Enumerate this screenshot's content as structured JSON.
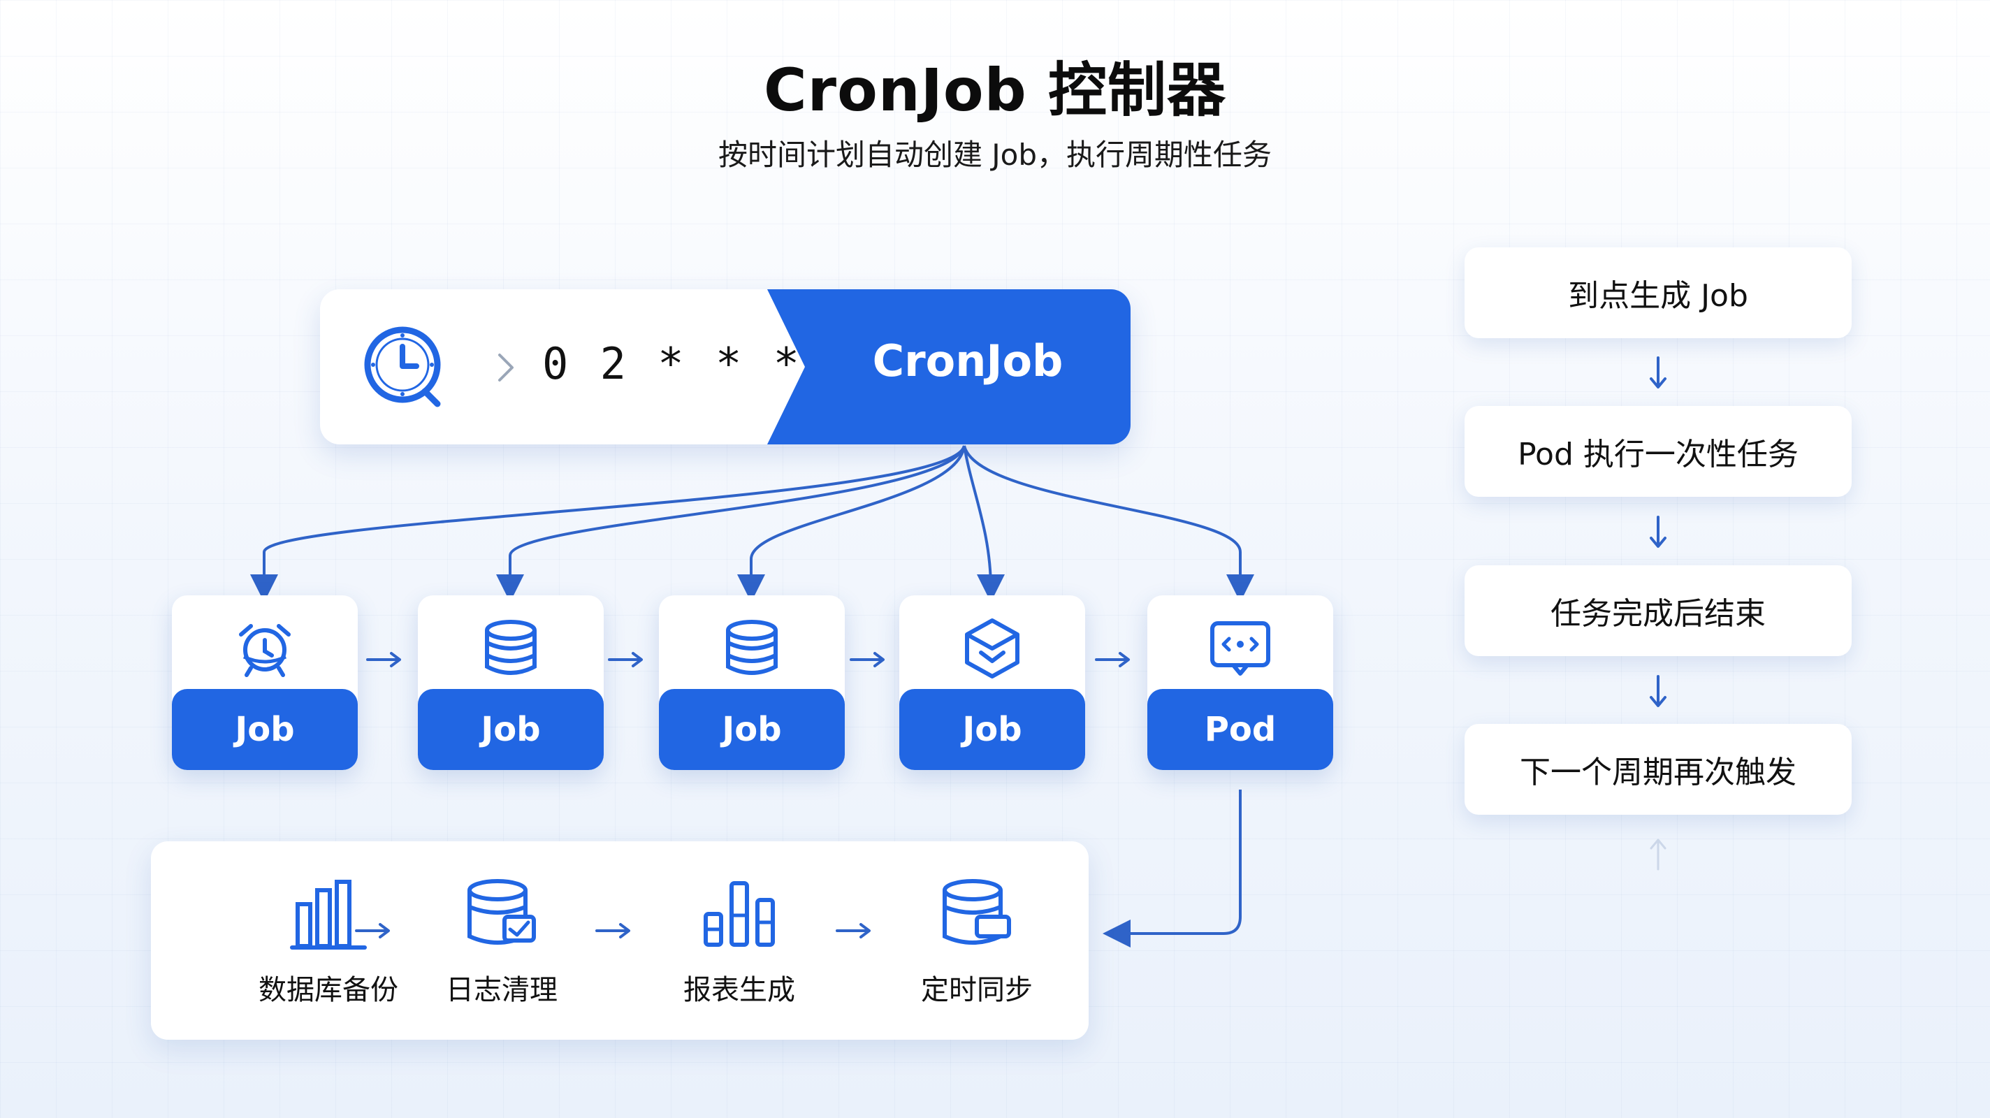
{
  "title": "CronJob 控制器",
  "subtitle": "按时间计划自动创建 Job，执行周期性任务",
  "schedule": {
    "expression": "0 2 * * *",
    "resource": "CronJob",
    "icon": "clock-icon"
  },
  "cards": [
    {
      "label": "Job",
      "icon": "alarm-clock-icon"
    },
    {
      "label": "Job",
      "icon": "database-icon"
    },
    {
      "label": "Job",
      "icon": "database-icon"
    },
    {
      "label": "Job",
      "icon": "package-box-icon"
    },
    {
      "label": "Pod",
      "icon": "container-icon"
    }
  ],
  "use_cases": [
    {
      "label": "数据库备份",
      "icon": "bar-chart-icon"
    },
    {
      "label": "日志清理",
      "icon": "database-check-icon"
    },
    {
      "label": "报表生成",
      "icon": "report-bars-icon"
    },
    {
      "label": "定时同步",
      "icon": "storage-sync-icon"
    }
  ],
  "steps": [
    "到点生成 Job",
    "Pod 执行一次性任务",
    "任务完成后结束",
    "下一个周期再次触发"
  ],
  "colors": {
    "accent": "#2166e3",
    "arrow": "#2f63c8",
    "text": "#111111"
  }
}
